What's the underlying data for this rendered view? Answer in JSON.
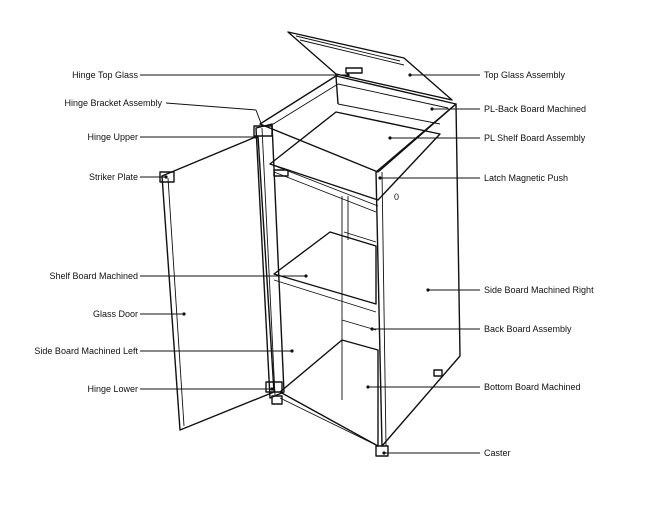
{
  "labels": {
    "hinge_top_glass": "Hinge Top Glass",
    "hinge_bracket_assembly": "Hinge Bracket Assembly",
    "hinge_upper": "Hinge Upper",
    "striker_plate": "Striker Plate",
    "shelf_board_machined": "Shelf Board Machined",
    "glass_door": "Glass Door",
    "side_board_machined_left": "Side Board Machined Left",
    "hinge_lower": "Hinge Lower",
    "top_glass_assembly": "Top Glass Assembly",
    "pl_back_board_machined": "PL-Back Board Machined",
    "pl_shelf_board_assembly": "PL Shelf Board Assembly",
    "latch_magnetic_push": "Latch Magnetic Push",
    "side_board_machined_right": "Side Board Machined Right",
    "back_board_assembly": "Back Board Assembly",
    "bottom_board_machined": "Bottom Board Machined",
    "caster": "Caster"
  },
  "markings": {
    "latch_mark": "0"
  }
}
